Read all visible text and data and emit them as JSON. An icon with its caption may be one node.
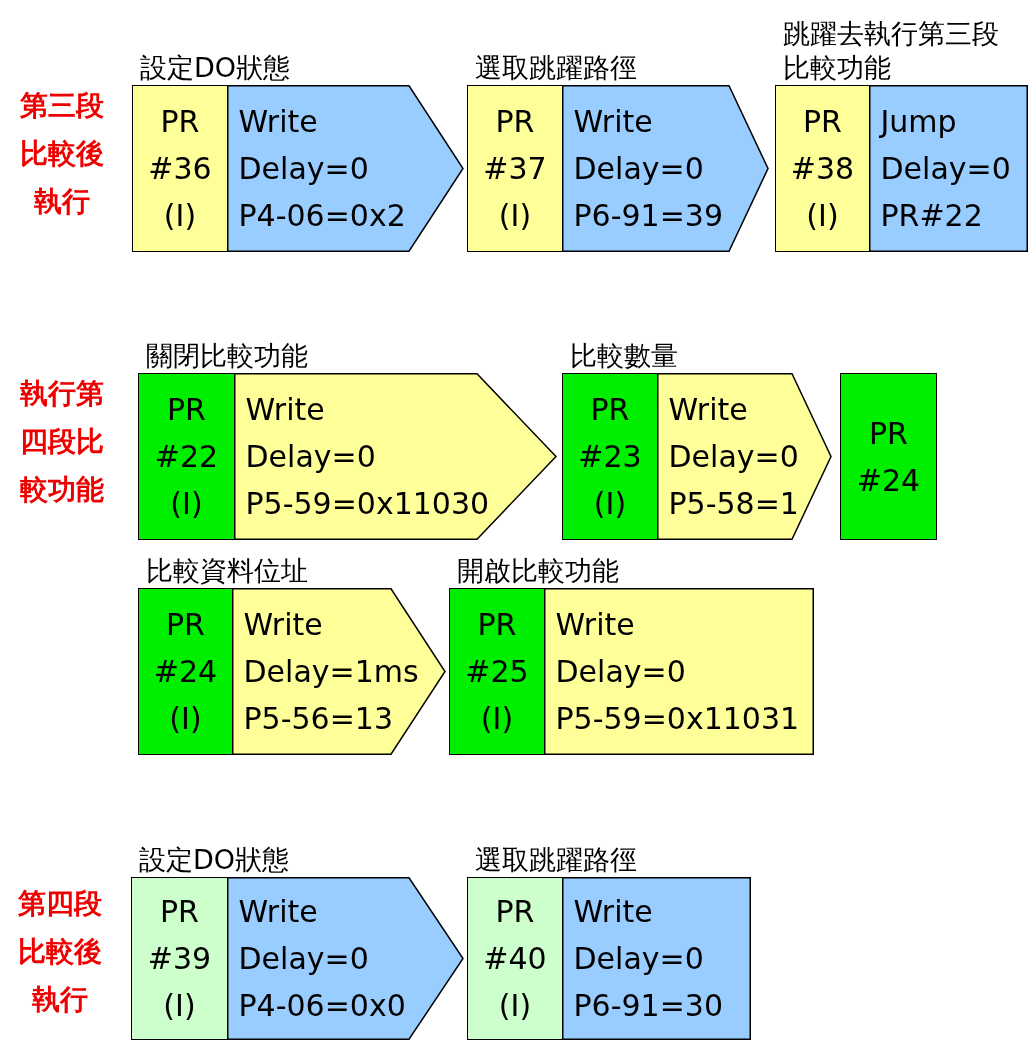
{
  "diagram": {
    "nodes": [
      {
        "text": [
          "設定DO狀態",
          "PR #36 (I)",
          "Write",
          "Delay=0",
          "P4-06=0x2"
        ]
      },
      {
        "text": [
          "選取跳躍路徑",
          "PR #37 (I)",
          "Write",
          "Delay=0",
          "P6-91=39"
        ]
      },
      {
        "text": [
          "跳躍去執行第三段比較功能",
          "PR #38 (I)",
          "Jump",
          "Delay=0",
          "PR#22"
        ]
      },
      {
        "text": [
          "關閉比較功能",
          "PR #22 (I)",
          "Write",
          "Delay=0",
          "P5-59=0x11030"
        ]
      },
      {
        "text": [
          "比較數量",
          "PR #23 (I)",
          "Write",
          "Delay=0",
          "P5-58=1"
        ]
      },
      {
        "text": [
          "PR #24"
        ]
      },
      {
        "text": [
          "比較資料位址",
          "PR #24 (I)",
          "Write",
          "Delay=1ms",
          "P5-56=13"
        ]
      },
      {
        "text": [
          "開啟比較功能",
          "PR #25 (I)",
          "Write",
          "Delay=0",
          "P5-59=0x11031"
        ]
      },
      {
        "text": [
          "設定DO狀態",
          "PR #39 (I)",
          "Write",
          "Delay=0",
          "P4-06=0x0"
        ]
      },
      {
        "text": [
          "選取跳躍路徑",
          "PR #40 (I)",
          "Write",
          "Delay=0",
          "P6-91=30"
        ]
      }
    ],
    "labels": [
      "第三段比較後執行",
      "執行第四段比較功能",
      "第四段比較後執行"
    ]
  }
}
